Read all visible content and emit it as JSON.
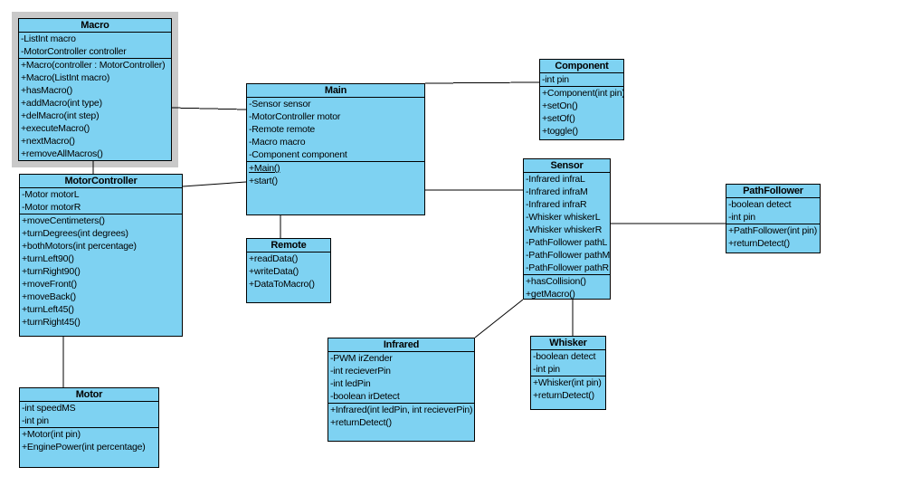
{
  "diagram": {
    "type": "uml-class-diagram",
    "background": "#ffffff",
    "box_fill": "#7ed2f2",
    "selection_frame": "#c9c9c9",
    "border_color": "#000000",
    "line_color": "#000000",
    "selected_class": "Macro"
  },
  "classes": {
    "macro": {
      "title": "Macro",
      "attributes": [
        "-ListInt macro",
        "-MotorController controller"
      ],
      "methods": [
        "+Macro(controller : MotorController)",
        "+Macro(ListInt macro)",
        "+hasMacro()",
        "+addMacro(int type)",
        "+delMacro(int step)",
        "+executeMacro()",
        "+nextMacro()",
        "+removeAllMacros()"
      ]
    },
    "motorcontroller": {
      "title": "MotorController",
      "attributes": [
        "-Motor motorL",
        "-Motor motorR"
      ],
      "methods": [
        "+moveCentimeters()",
        "+turnDegrees(int degrees)",
        "+bothMotors(int percentage)",
        "+turnLeft90()",
        "+turnRight90()",
        "+moveFront()",
        "+moveBack()",
        "+turnLeft45()",
        "+turnRight45()"
      ]
    },
    "motor": {
      "title": "Motor",
      "attributes": [
        "-int speedMS",
        "-int pin"
      ],
      "methods": [
        "+Motor(int pin)",
        "+EnginePower(int percentage)"
      ]
    },
    "main": {
      "title": "Main",
      "attributes": [
        "-Sensor sensor",
        "-MotorController motor",
        "-Remote remote",
        "-Macro macro",
        "-Component component"
      ],
      "methods": [
        "+Main()",
        "+start()"
      ],
      "static_methods": [
        "+Main()"
      ]
    },
    "remote": {
      "title": "Remote",
      "attributes": [],
      "methods": [
        "+readData()",
        "+writeData()",
        "+DataToMacro()"
      ]
    },
    "component": {
      "title": "Component",
      "attributes": [
        "-int pin"
      ],
      "methods": [
        "+Component(int pin)",
        "+setOn()",
        "+setOf()",
        "+toggle()"
      ]
    },
    "sensor": {
      "title": "Sensor",
      "attributes": [
        "-Infrared infraL",
        "-Infrared infraM",
        "-Infrared infraR",
        "-Whisker whiskerL",
        "-Whisker whiskerR",
        "-PathFollower pathL",
        "-PathFollower pathM",
        "-PathFollower pathR"
      ],
      "methods": [
        "+hasCollision()",
        "+getMacro()"
      ]
    },
    "pathfollower": {
      "title": "PathFollower",
      "attributes": [
        "-boolean detect",
        "-int pin"
      ],
      "methods": [
        "+PathFollower(int pin)",
        "+returnDetect()"
      ]
    },
    "infrared": {
      "title": "Infrared",
      "attributes": [
        "-PWM irZender",
        "-int recieverPin",
        "-int ledPin",
        "-boolean irDetect"
      ],
      "methods": [
        "+Infrared(int ledPin, int recieverPin)",
        "+returnDetect()"
      ]
    },
    "whisker": {
      "title": "Whisker",
      "attributes": [
        "-boolean detect",
        "-int pin"
      ],
      "methods": [
        "+Whisker(int pin)",
        "+returnDetect()"
      ]
    }
  },
  "relations": [
    {
      "from": "Macro",
      "to": "Main"
    },
    {
      "from": "Macro",
      "to": "MotorController"
    },
    {
      "from": "MotorController",
      "to": "Main"
    },
    {
      "from": "MotorController",
      "to": "Motor"
    },
    {
      "from": "Main",
      "to": "Remote"
    },
    {
      "from": "Main",
      "to": "Component"
    },
    {
      "from": "Main",
      "to": "Sensor"
    },
    {
      "from": "Sensor",
      "to": "PathFollower"
    },
    {
      "from": "Sensor",
      "to": "Infrared"
    },
    {
      "from": "Sensor",
      "to": "Whisker"
    }
  ]
}
